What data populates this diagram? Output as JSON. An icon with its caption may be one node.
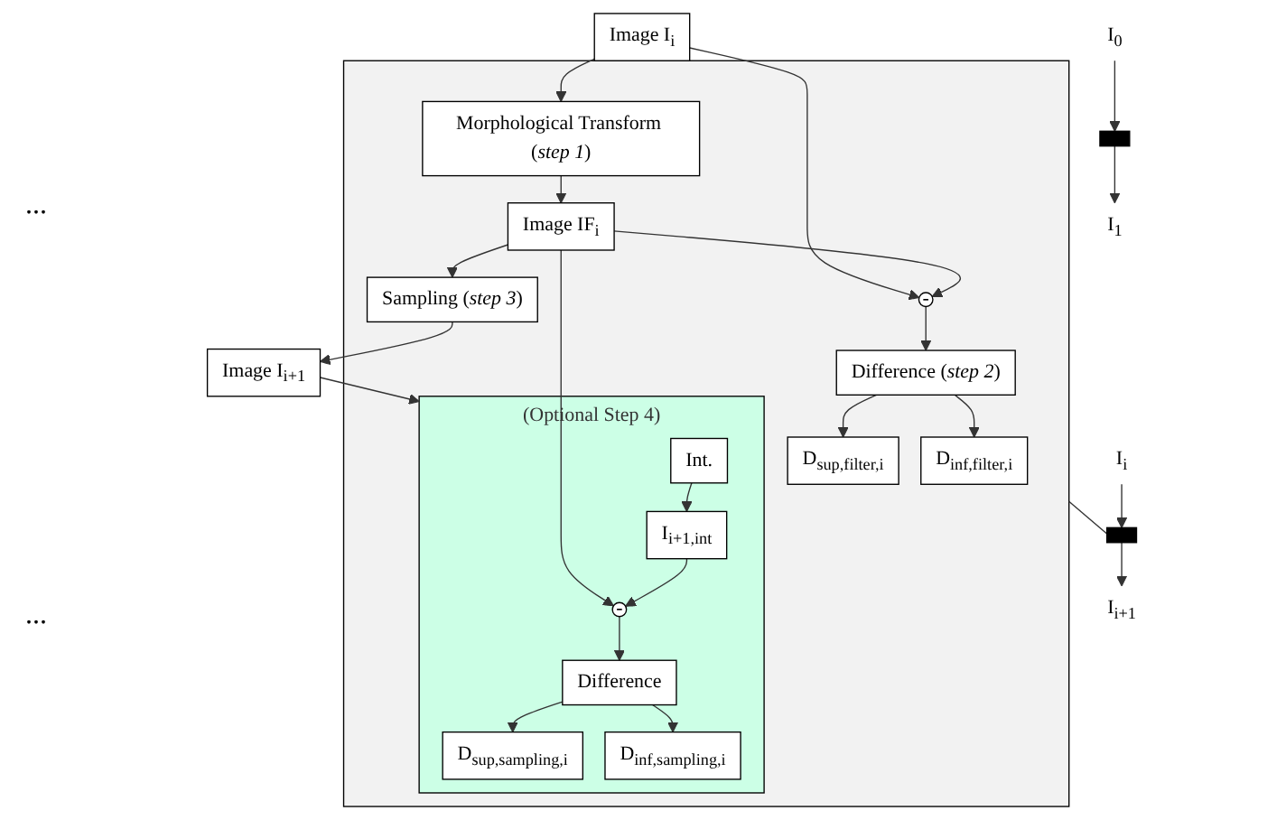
{
  "diagram": {
    "nodes": [
      {
        "text": [
          "I$_{0}$"
        ]
      },
      {
        "text": [],
        "shape": "box"
      },
      {
        "text": [
          "I$_{1}$"
        ]
      },
      {
        "text": [
          "I$_{i}$"
        ]
      },
      {
        "text": [],
        "shape": "box"
      },
      {
        "text": [
          "I$_{i+1}$"
        ]
      },
      {
        "text": [
          "Image I$_{i}$"
        ]
      },
      {
        "text": [],
        "shape": "box"
      },
      {
        "text": [
          "Morphological Transform (*step 1*)"
        ],
        "in": 7
      },
      {
        "text": [
          "Image IF$_{i}$"
        ],
        "in": 7
      },
      {
        "text": [
          "Sampling (*step 3*)"
        ],
        "in": 7
      },
      {
        "text": [
          "-"
        ],
        "in": 7
      },
      {
        "text": [
          "Difference (*step 2*)"
        ],
        "in": 7
      },
      {
        "text": [
          "D$_{sup,filter,i}$"
        ],
        "in": 7
      },
      {
        "text": [
          "D$_{inf,filter,i}$"
        ],
        "in": 7
      },
      {
        "text": [
          "(Optional Step 4)"
        ],
        "in": 7
      },
      {
        "text": [
          "Int."
        ],
        "in": 15
      },
      {
        "text": [
          "I$_{i+1,int}$"
        ],
        "in": 15
      },
      {
        "text": [
          "-"
        ],
        "in": 15
      },
      {
        "text": [
          "Difference"
        ],
        "in": 15
      },
      {
        "text": [
          "D$_{sup,sampling,i}$"
        ],
        "in": 15
      },
      {
        "text": [
          "D$_{inf,sampling,i}$"
        ],
        "in": 15
      },
      {
        "text": [
          "Image I$_{i+1}$"
        ]
      }
    ],
    "edges": [
      {
        "from": 0,
        "to": 1,
        "arrow": "to"
      },
      {
        "from": 1,
        "to": 2,
        "arrow": "to"
      },
      {
        "from": 3,
        "to": 4,
        "arrow": "to"
      },
      {
        "from": 4,
        "to": 5,
        "arrow": "to"
      },
      {
        "from": 7,
        "to": 4,
        "arrow": "none"
      },
      {
        "from": 6,
        "to": 8,
        "arrow": "to"
      },
      {
        "from": 6,
        "to": 11,
        "arrow": "to"
      },
      {
        "from": 8,
        "to": 9,
        "arrow": "to"
      },
      {
        "from": 9,
        "to": 11,
        "arrow": "to"
      },
      {
        "from": 9,
        "to": 18,
        "arrow": "to"
      },
      {
        "from": 9,
        "to": 10,
        "arrow": "to"
      },
      {
        "from": 11,
        "to": 12,
        "arrow": "to"
      },
      {
        "from": 12,
        "to": 13,
        "arrow": "to"
      },
      {
        "from": 12,
        "to": 14,
        "arrow": "to"
      },
      {
        "from": 10,
        "to": 22,
        "arrow": "to"
      },
      {
        "from": 22,
        "to": 15,
        "arrow": "to"
      },
      {
        "from": 16,
        "to": 17,
        "arrow": "to"
      },
      {
        "from": 17,
        "to": 18,
        "arrow": "to"
      },
      {
        "from": 18,
        "to": 19,
        "arrow": "to"
      },
      {
        "from": 19,
        "to": 20,
        "arrow": "to"
      },
      {
        "from": 19,
        "to": 21,
        "arrow": "to"
      }
    ],
    "labels": [
      "...",
      "..."
    ]
  }
}
